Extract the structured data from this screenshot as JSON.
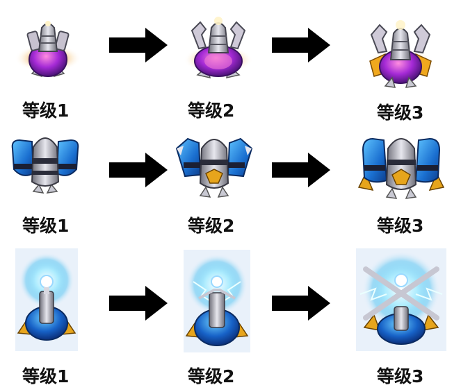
{
  "rows": [
    {
      "tower": "laser-tower",
      "levels": [
        {
          "label": "等级1"
        },
        {
          "label": "等级2"
        },
        {
          "label": "等级3"
        }
      ]
    },
    {
      "tower": "rocket-tower",
      "levels": [
        {
          "label": "等级1"
        },
        {
          "label": "等级2"
        },
        {
          "label": "等级3"
        }
      ]
    },
    {
      "tower": "tesla-tower",
      "levels": [
        {
          "label": "等级1"
        },
        {
          "label": "等级2"
        },
        {
          "label": "等级3"
        }
      ]
    }
  ],
  "colors": {
    "arrow": "#000000",
    "label": "#111111",
    "purple_glow": "#b13be0",
    "blue_armor": "#1d86e0",
    "electric_blue": "#5fd3ff",
    "gold": "#e7a51c"
  },
  "icons": [
    "laser-tower-icon",
    "rocket-tower-icon",
    "tesla-tower-icon",
    "arrow-right-icon"
  ]
}
